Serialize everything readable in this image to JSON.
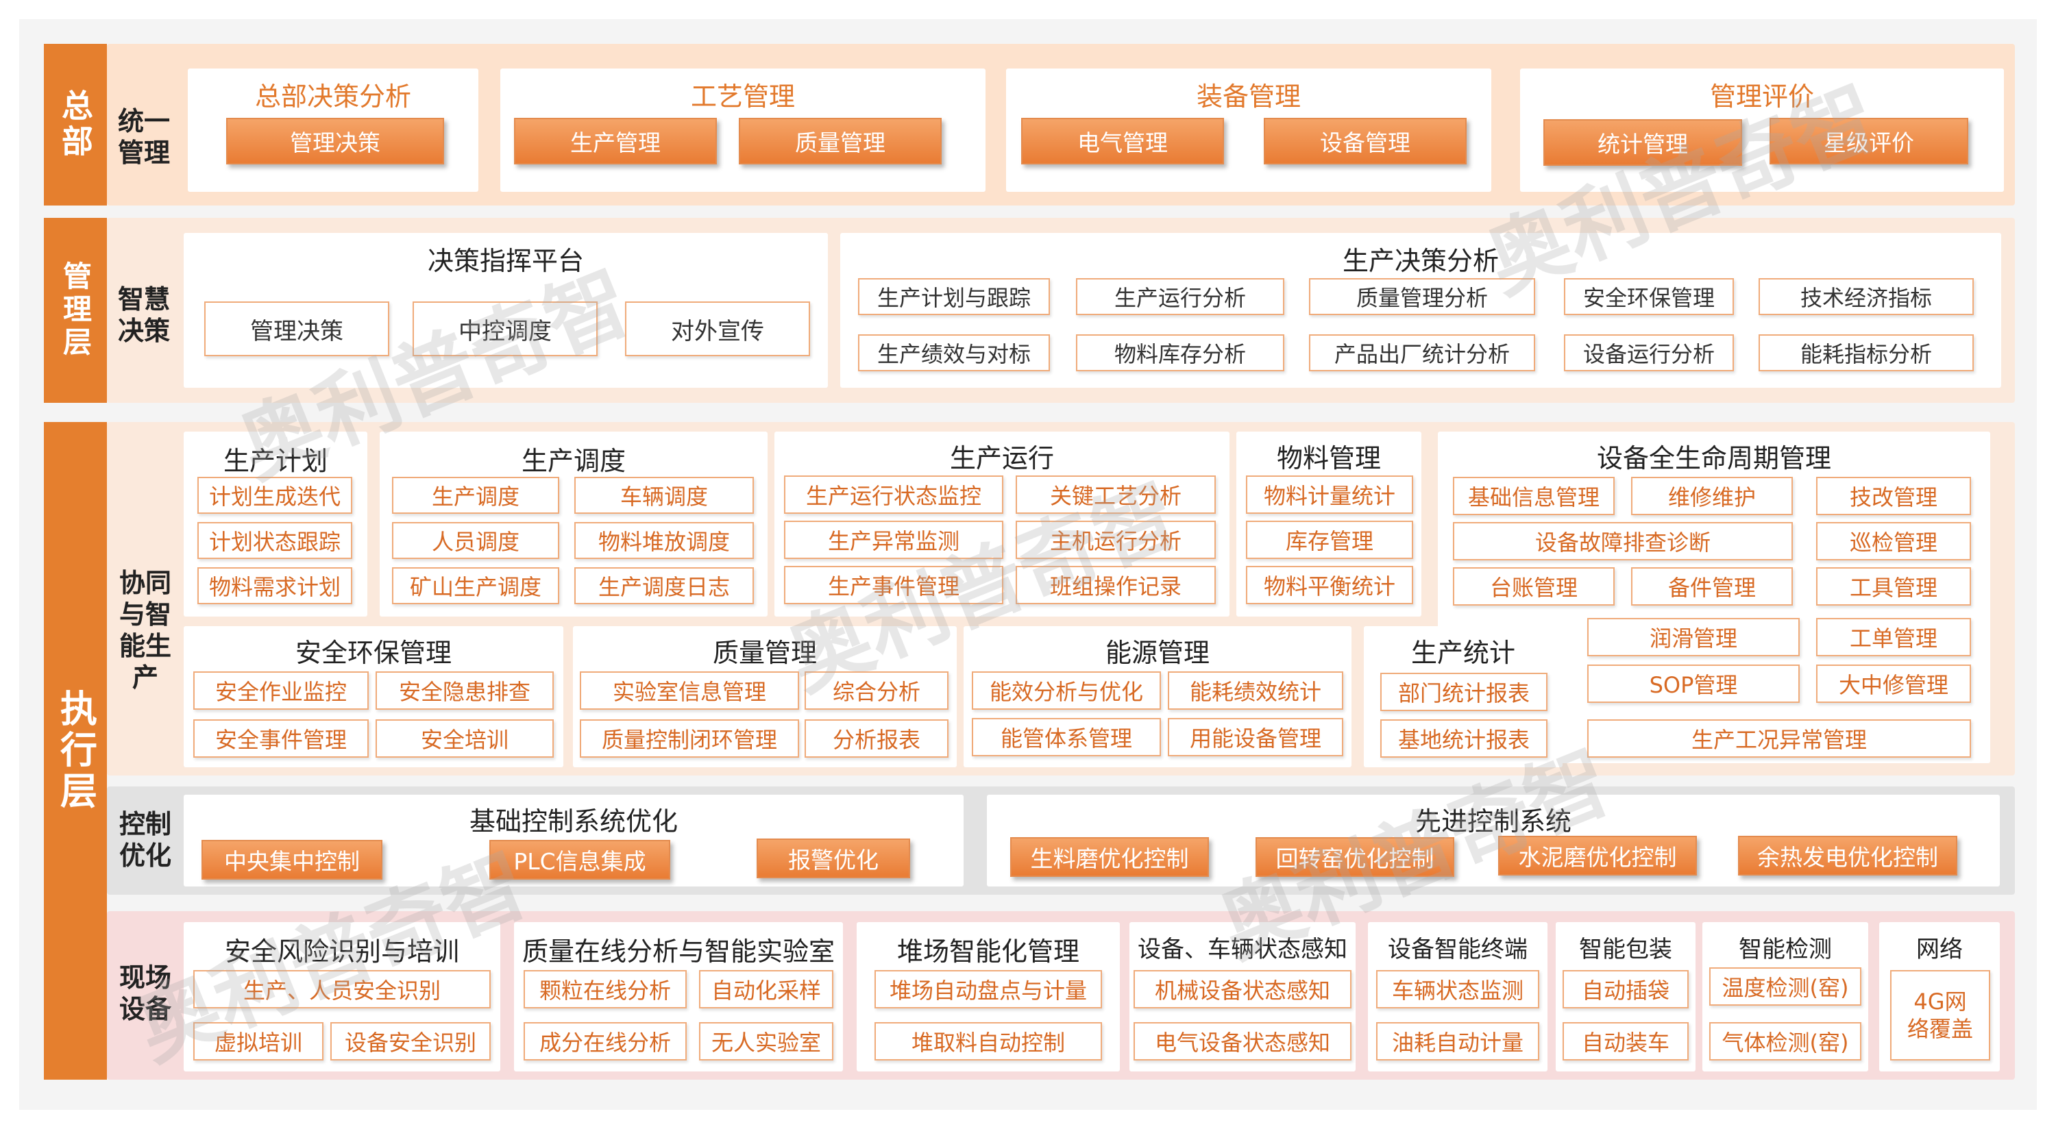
{
  "hq": {
    "side": "总部",
    "label": "统一管理",
    "groups": [
      {
        "title": "总部决策分析",
        "items": [
          "管理决策"
        ]
      },
      {
        "title": "工艺管理",
        "items": [
          "生产管理",
          "质量管理"
        ]
      },
      {
        "title": "装备管理",
        "items": [
          "电气管理",
          "设备管理"
        ]
      },
      {
        "title": "管理评价",
        "items": [
          "统计管理",
          "星级评价"
        ]
      }
    ]
  },
  "mgmt": {
    "side": "管理层",
    "label": "智慧决策",
    "left": {
      "title": "决策指挥平台",
      "items": [
        "管理决策",
        "中控调度",
        "对外宣传"
      ]
    },
    "right": {
      "title": "生产决策分析",
      "row1": [
        "生产计划与跟踪",
        "生产运行分析",
        "质量管理分析",
        "安全环保管理",
        "技术经济指标"
      ],
      "row2": [
        "生产绩效与对标",
        "物料库存分析",
        "产品出厂统计分析",
        "设备运行分析",
        "能耗指标分析"
      ]
    }
  },
  "exec": {
    "side": "执行层",
    "collab_label": "协同与智能生产",
    "plan": {
      "title": "生产计划",
      "items": [
        "计划生成迭代",
        "计划状态跟踪",
        "物料需求计划"
      ]
    },
    "dispatch": {
      "title": "生产调度",
      "items": [
        "生产调度",
        "车辆调度",
        "人员调度",
        "物料堆放调度",
        "矿山生产调度",
        "生产调度日志"
      ]
    },
    "operation": {
      "title": "生产运行",
      "items": [
        "生产运行状态监控",
        "关键工艺分析",
        "生产异常监测",
        "主机运行分析",
        "生产事件管理",
        "班组操作记录"
      ]
    },
    "material": {
      "title": "物料管理",
      "items": [
        "物料计量统计",
        "库存管理",
        "物料平衡统计"
      ]
    },
    "equipment": {
      "title": "设备全生命周期管理",
      "items": [
        "基础信息管理",
        "维修维护",
        "技改管理",
        "设备故障排查诊断",
        "巡检管理",
        "台账管理",
        "备件管理",
        "工具管理",
        "润滑管理",
        "工单管理",
        "SOP管理",
        "大中修管理",
        "生产工况异常管理"
      ]
    },
    "safety": {
      "title": "安全环保管理",
      "items": [
        "安全作业监控",
        "安全隐患排查",
        "安全事件管理",
        "安全培训"
      ]
    },
    "quality": {
      "title": "质量管理",
      "items": [
        "实验室信息管理",
        "综合分析",
        "质量控制闭环管理",
        "分析报表"
      ]
    },
    "energy": {
      "title": "能源管理",
      "items": [
        "能效分析与优化",
        "能耗绩效统计",
        "能管体系管理",
        "用能设备管理"
      ]
    },
    "stats": {
      "title": "生产统计",
      "items": [
        "部门统计报表",
        "基地统计报表"
      ]
    },
    "control_label": "控制优化",
    "basic_ctrl": {
      "title": "基础控制系统优化",
      "items": [
        "中央集中控制",
        "PLC信息集成",
        "报警优化"
      ]
    },
    "adv_ctrl": {
      "title": "先进控制系统",
      "items": [
        "生料磨优化控制",
        "回转窑优化控制",
        "水泥磨优化控制",
        "余热发电优化控制"
      ]
    },
    "field_label": "现场设备",
    "field": [
      {
        "title": "安全风险识别与培训",
        "items": [
          "生产、人员安全识别",
          "虚拟培训",
          "设备安全识别"
        ]
      },
      {
        "title": "质量在线分析与智能实验室",
        "items": [
          "颗粒在线分析",
          "自动化采样",
          "成分在线分析",
          "无人实验室"
        ]
      },
      {
        "title": "堆场智能化管理",
        "items": [
          "堆场自动盘点与计量",
          "堆取料自动控制"
        ]
      },
      {
        "title": "设备、车辆状态感知",
        "items": [
          "机械设备状态感知",
          "电气设备状态感知"
        ]
      },
      {
        "title": "设备智能终端",
        "items": [
          "车辆状态监测",
          "油耗自动计量"
        ]
      },
      {
        "title": "智能包装",
        "items": [
          "自动插袋",
          "自动装车"
        ]
      },
      {
        "title": "智能检测",
        "items": [
          "温度检测(窑)",
          "气体检测(窑)"
        ]
      },
      {
        "title": "网络",
        "items": [
          "4G网络覆盖"
        ]
      }
    ]
  },
  "watermark": "奥利普奇智",
  "colors": {
    "accent": "#e57f2e",
    "band_orange": "#fde2cd",
    "band_gray": "#e2e2e2",
    "band_pink": "#f7dcdc"
  }
}
